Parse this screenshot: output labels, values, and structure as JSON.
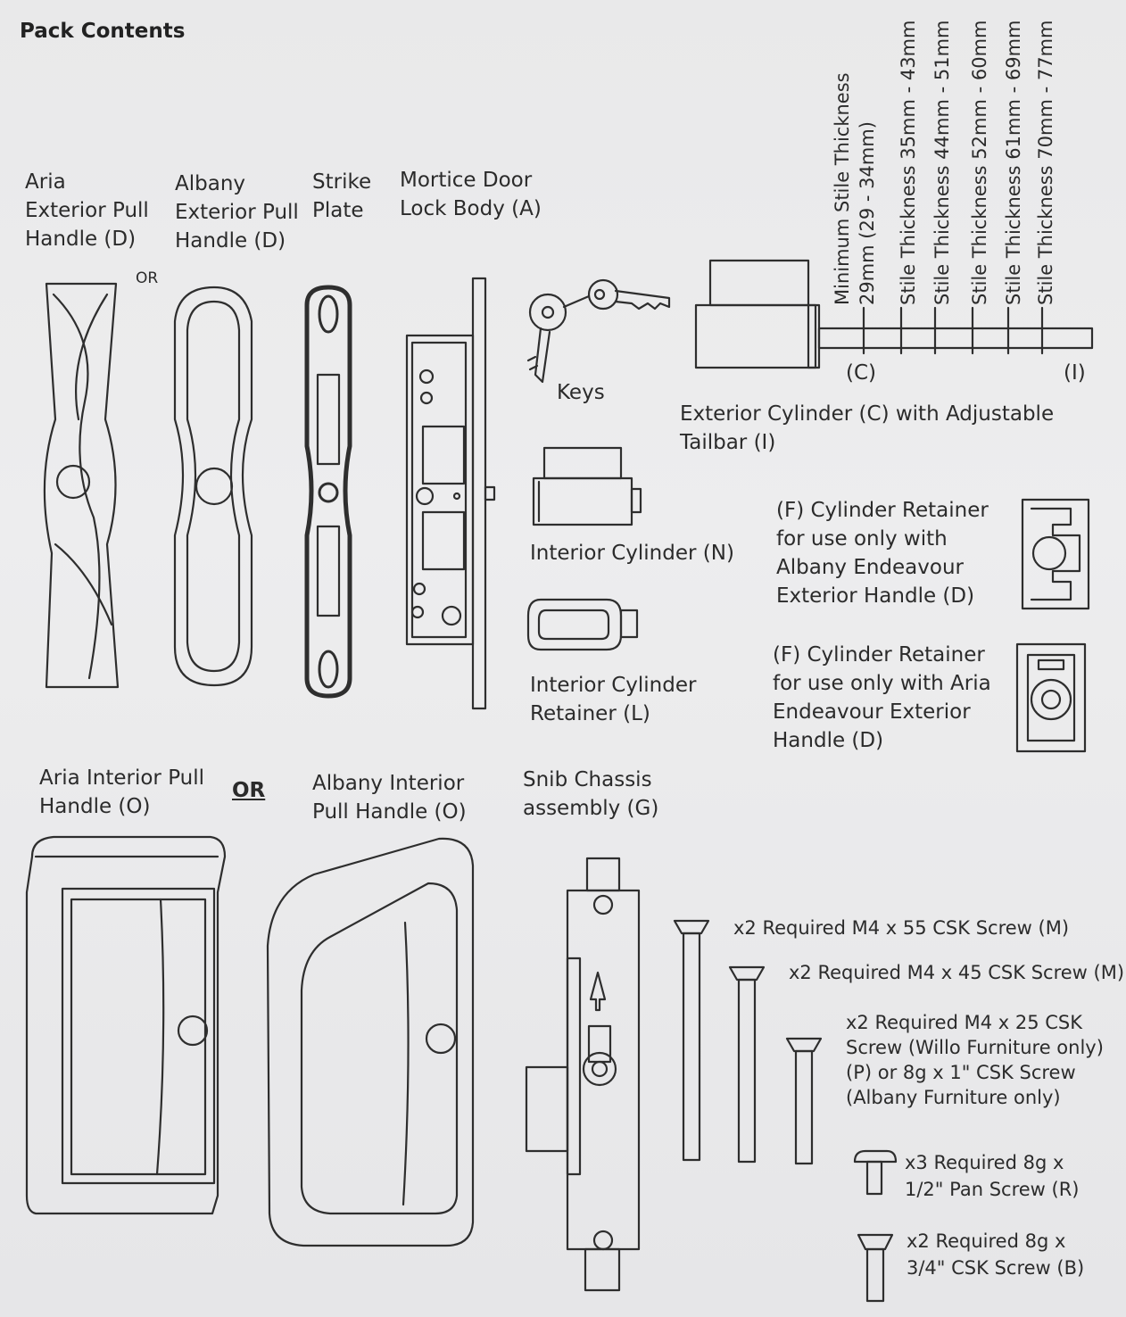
{
  "title": "Pack Contents",
  "labels": {
    "aria_ext": [
      "Aria",
      "Exterior Pull",
      "Handle (D)"
    ],
    "or_small": "OR",
    "albany_ext": [
      "Albany",
      "Exterior Pull",
      "Handle (D)"
    ],
    "strike": [
      "Strike",
      "Plate"
    ],
    "mortice": [
      "Mortice Door",
      "Lock Body (A)"
    ],
    "keys": "Keys",
    "ext_cyl": [
      "Exterior Cylinder (C) with Adjustable",
      "Tailbar (I)"
    ],
    "cyl_c": "(C)",
    "cyl_i": "(I)",
    "int_cyl": "Interior Cylinder (N)",
    "int_ret": [
      "Interior Cylinder",
      "Retainer (L)"
    ],
    "ret_albany": [
      "(F) Cylinder Retainer",
      "for use only with",
      "Albany Endeavour",
      "Exterior Handle (D)"
    ],
    "ret_aria": [
      "(F) Cylinder Retainer",
      "for use only with Aria",
      "Endeavour Exterior",
      "Handle (D)"
    ],
    "aria_int": [
      "Aria Interior Pull",
      "Handle (O)"
    ],
    "or_big": "OR",
    "albany_int": [
      "Albany Interior",
      "Pull Handle (O)"
    ],
    "snib": [
      "Snib Chassis",
      "assembly (G)"
    ],
    "screw_m55": "x2 Required M4 x 55 CSK Screw (M)",
    "screw_m45": "x2 Required M4 x 45 CSK Screw (M)",
    "screw_p": [
      "x2 Required M4 x 25 CSK",
      "Screw (Willo Furniture only)",
      "(P) or 8g x 1\" CSK Screw",
      "(Albany Furniture only)"
    ],
    "screw_r": [
      "x3 Required 8g x",
      "1/2\" Pan Screw (R)"
    ],
    "screw_b": [
      "x2 Required 8g x",
      "3/4\" CSK Screw (B)"
    ]
  },
  "stile": [
    [
      "Minimum Stile Thickness",
      "29mm (29 - 34mm)"
    ],
    "Stile Thickness 35mm - 43mm",
    "Stile Thickness 44mm - 51mm",
    "Stile Thickness 52mm - 60mm",
    "Stile Thickness 61mm - 69mm",
    "Stile Thickness 70mm - 77mm"
  ]
}
